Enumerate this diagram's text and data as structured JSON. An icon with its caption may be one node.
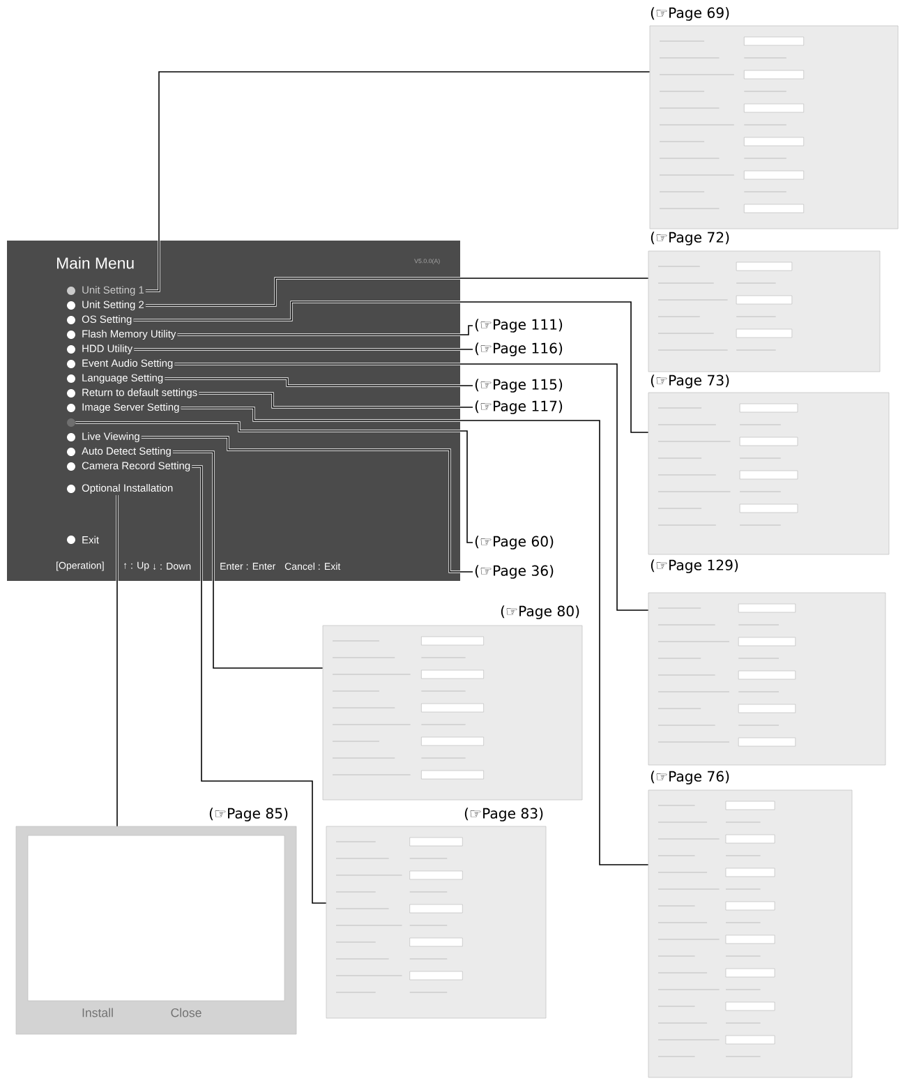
{
  "diagram": {
    "nodes": [
      {
        "text": [
          "Main Menu"
        ]
      },
      {
        "text": [
          "Unit Setting 1"
        ],
        "in": 0
      },
      {
        "text": [
          "Unit Setting 2"
        ],
        "in": 0
      },
      {
        "text": [
          "OS Setting"
        ],
        "in": 0
      },
      {
        "text": [
          "Flash Memory Utility"
        ],
        "in": 0
      },
      {
        "text": [
          "HDD Utility"
        ],
        "in": 0
      },
      {
        "text": [
          "Event Audio Setting"
        ],
        "in": 0
      },
      {
        "text": [
          "Language Setting"
        ],
        "in": 0
      },
      {
        "text": [
          "Return to default settings"
        ],
        "in": 0
      },
      {
        "text": [
          "Image Server Setting"
        ],
        "in": 0
      },
      {
        "text": [],
        "shape": "circle",
        "in": 0
      },
      {
        "text": [
          "Live Viewing"
        ],
        "in": 0
      },
      {
        "text": [
          "Auto Detect Setting"
        ],
        "in": 0
      },
      {
        "text": [
          "Camera Record Setting"
        ],
        "in": 0
      },
      {
        "text": [
          "Optional Installation"
        ],
        "in": 0
      },
      {
        "text": [
          "Exit"
        ],
        "in": 0
      },
      {
        "text": [
          "(☞Page 69)"
        ]
      },
      {
        "text": [
          "(☞Page 72)"
        ]
      },
      {
        "text": [
          "(☞Page 73)"
        ]
      },
      {
        "text": [
          "(☞Page 111)"
        ]
      },
      {
        "text": [
          "(☞Page 116)"
        ]
      },
      {
        "text": [
          "(☞Page 115)"
        ]
      },
      {
        "text": [
          "(☞Page 117)"
        ]
      },
      {
        "text": [
          "(☞Page 129)"
        ]
      },
      {
        "text": [
          "(☞Page 60)"
        ]
      },
      {
        "text": [
          "(☞Page 36)"
        ]
      },
      {
        "text": [
          "(☞Page 80)"
        ]
      },
      {
        "text": [
          "(☞Page 76)"
        ]
      },
      {
        "text": [
          "(☞Page 83)"
        ]
      },
      {
        "text": [
          "(☞Page 85)",
          "Install",
          "Close"
        ]
      }
    ],
    "edges": [
      {
        "from": 1,
        "to": 16,
        "arrow": "none"
      },
      {
        "from": 2,
        "to": 17,
        "arrow": "none"
      },
      {
        "from": 3,
        "to": 18,
        "arrow": "none"
      },
      {
        "from": 4,
        "to": 19,
        "arrow": "none"
      },
      {
        "from": 5,
        "to": 20,
        "arrow": "none"
      },
      {
        "from": 6,
        "to": 23,
        "arrow": "none"
      },
      {
        "from": 7,
        "to": 21,
        "arrow": "none"
      },
      {
        "from": 8,
        "to": 22,
        "arrow": "none"
      },
      {
        "from": 9,
        "to": 27,
        "arrow": "none"
      },
      {
        "from": 10,
        "to": 24,
        "arrow": "none"
      },
      {
        "from": 11,
        "to": 25,
        "arrow": "none"
      },
      {
        "from": 12,
        "to": 26,
        "arrow": "none"
      },
      {
        "from": 13,
        "to": 28,
        "arrow": "none"
      },
      {
        "from": 14,
        "to": 29,
        "arrow": "none"
      }
    ],
    "labels": [
      "V5.0.0(A)",
      "[Operation]",
      "↑ : Up",
      "↓ : Down",
      "Enter : Enter",
      "Cancel : Exit"
    ]
  }
}
